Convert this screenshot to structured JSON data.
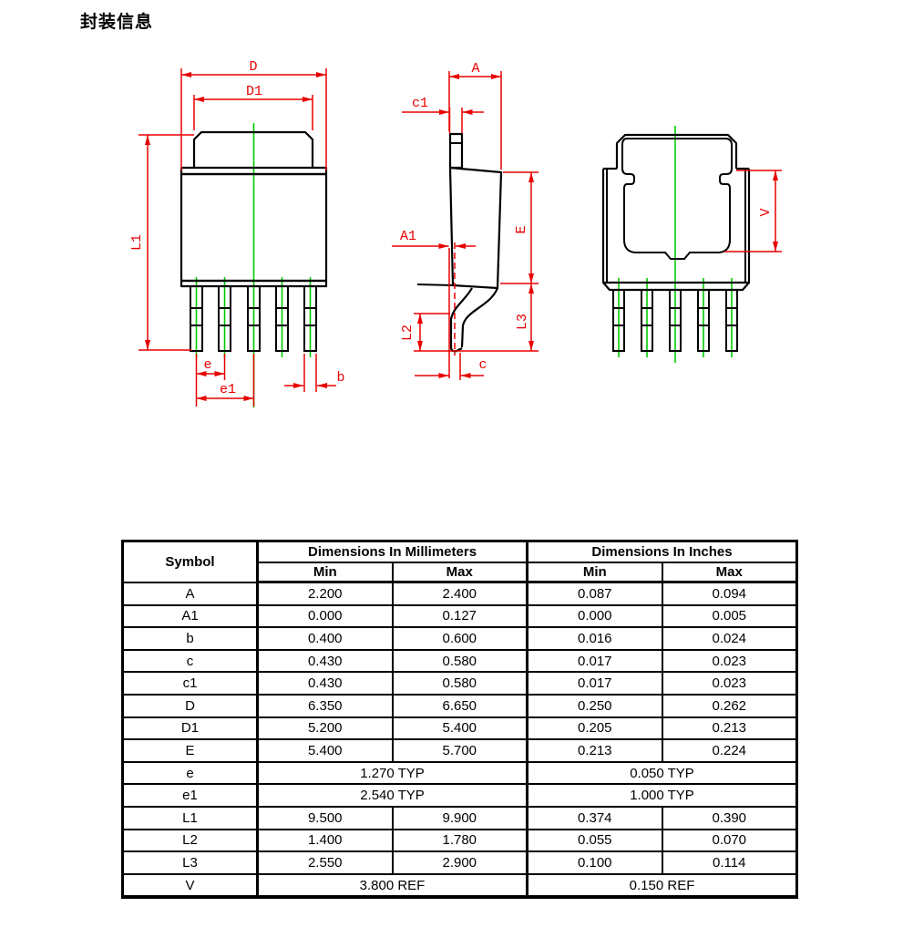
{
  "page": {
    "title": "封装信息"
  },
  "drawing": {
    "colors": {
      "dimension_red": "#e80000",
      "centerline_green": "#00cc00",
      "outline_black": "#000000"
    },
    "front_view_labels": {
      "D": "D",
      "D1": "D1",
      "L1": "L1",
      "e": "e",
      "e1": "e1",
      "b": "b"
    },
    "side_view_labels": {
      "A": "A",
      "c1": "c1",
      "A1": "A1",
      "E": "E",
      "L2": "L2",
      "L3": "L3",
      "c": "c"
    },
    "back_view_labels": {
      "V": "V"
    }
  },
  "table": {
    "header": {
      "symbol": "Symbol",
      "mm": "Dimensions In Millimeters",
      "inch": "Dimensions In Inches",
      "min": "Min",
      "max": "Max"
    },
    "rows": [
      {
        "symbol": "A",
        "mm_min": "2.200",
        "mm_max": "2.400",
        "in_min": "0.087",
        "in_max": "0.094"
      },
      {
        "symbol": "A1",
        "mm_min": "0.000",
        "mm_max": "0.127",
        "in_min": "0.000",
        "in_max": "0.005"
      },
      {
        "symbol": "b",
        "mm_min": "0.400",
        "mm_max": "0.600",
        "in_min": "0.016",
        "in_max": "0.024"
      },
      {
        "symbol": "c",
        "mm_min": "0.430",
        "mm_max": "0.580",
        "in_min": "0.017",
        "in_max": "0.023"
      },
      {
        "symbol": "c1",
        "mm_min": "0.430",
        "mm_max": "0.580",
        "in_min": "0.017",
        "in_max": "0.023"
      },
      {
        "symbol": "D",
        "mm_min": "6.350",
        "mm_max": "6.650",
        "in_min": "0.250",
        "in_max": "0.262"
      },
      {
        "symbol": "D1",
        "mm_min": "5.200",
        "mm_max": "5.400",
        "in_min": "0.205",
        "in_max": "0.213"
      },
      {
        "symbol": "E",
        "mm_min": "5.400",
        "mm_max": "5.700",
        "in_min": "0.213",
        "in_max": "0.224"
      },
      {
        "symbol": "e",
        "mm_span": "1.270 TYP",
        "in_span": "0.050 TYP"
      },
      {
        "symbol": "e1",
        "mm_span": "2.540 TYP",
        "in_span": "1.000 TYP"
      },
      {
        "symbol": "L1",
        "mm_min": "9.500",
        "mm_max": "9.900",
        "in_min": "0.374",
        "in_max": "0.390"
      },
      {
        "symbol": "L2",
        "mm_min": "1.400",
        "mm_max": "1.780",
        "in_min": "0.055",
        "in_max": "0.070"
      },
      {
        "symbol": "L3",
        "mm_min": "2.550",
        "mm_max": "2.900",
        "in_min": "0.100",
        "in_max": "0.114"
      },
      {
        "symbol": "V",
        "mm_span": "3.800 REF",
        "in_span": "0.150 REF"
      }
    ]
  }
}
